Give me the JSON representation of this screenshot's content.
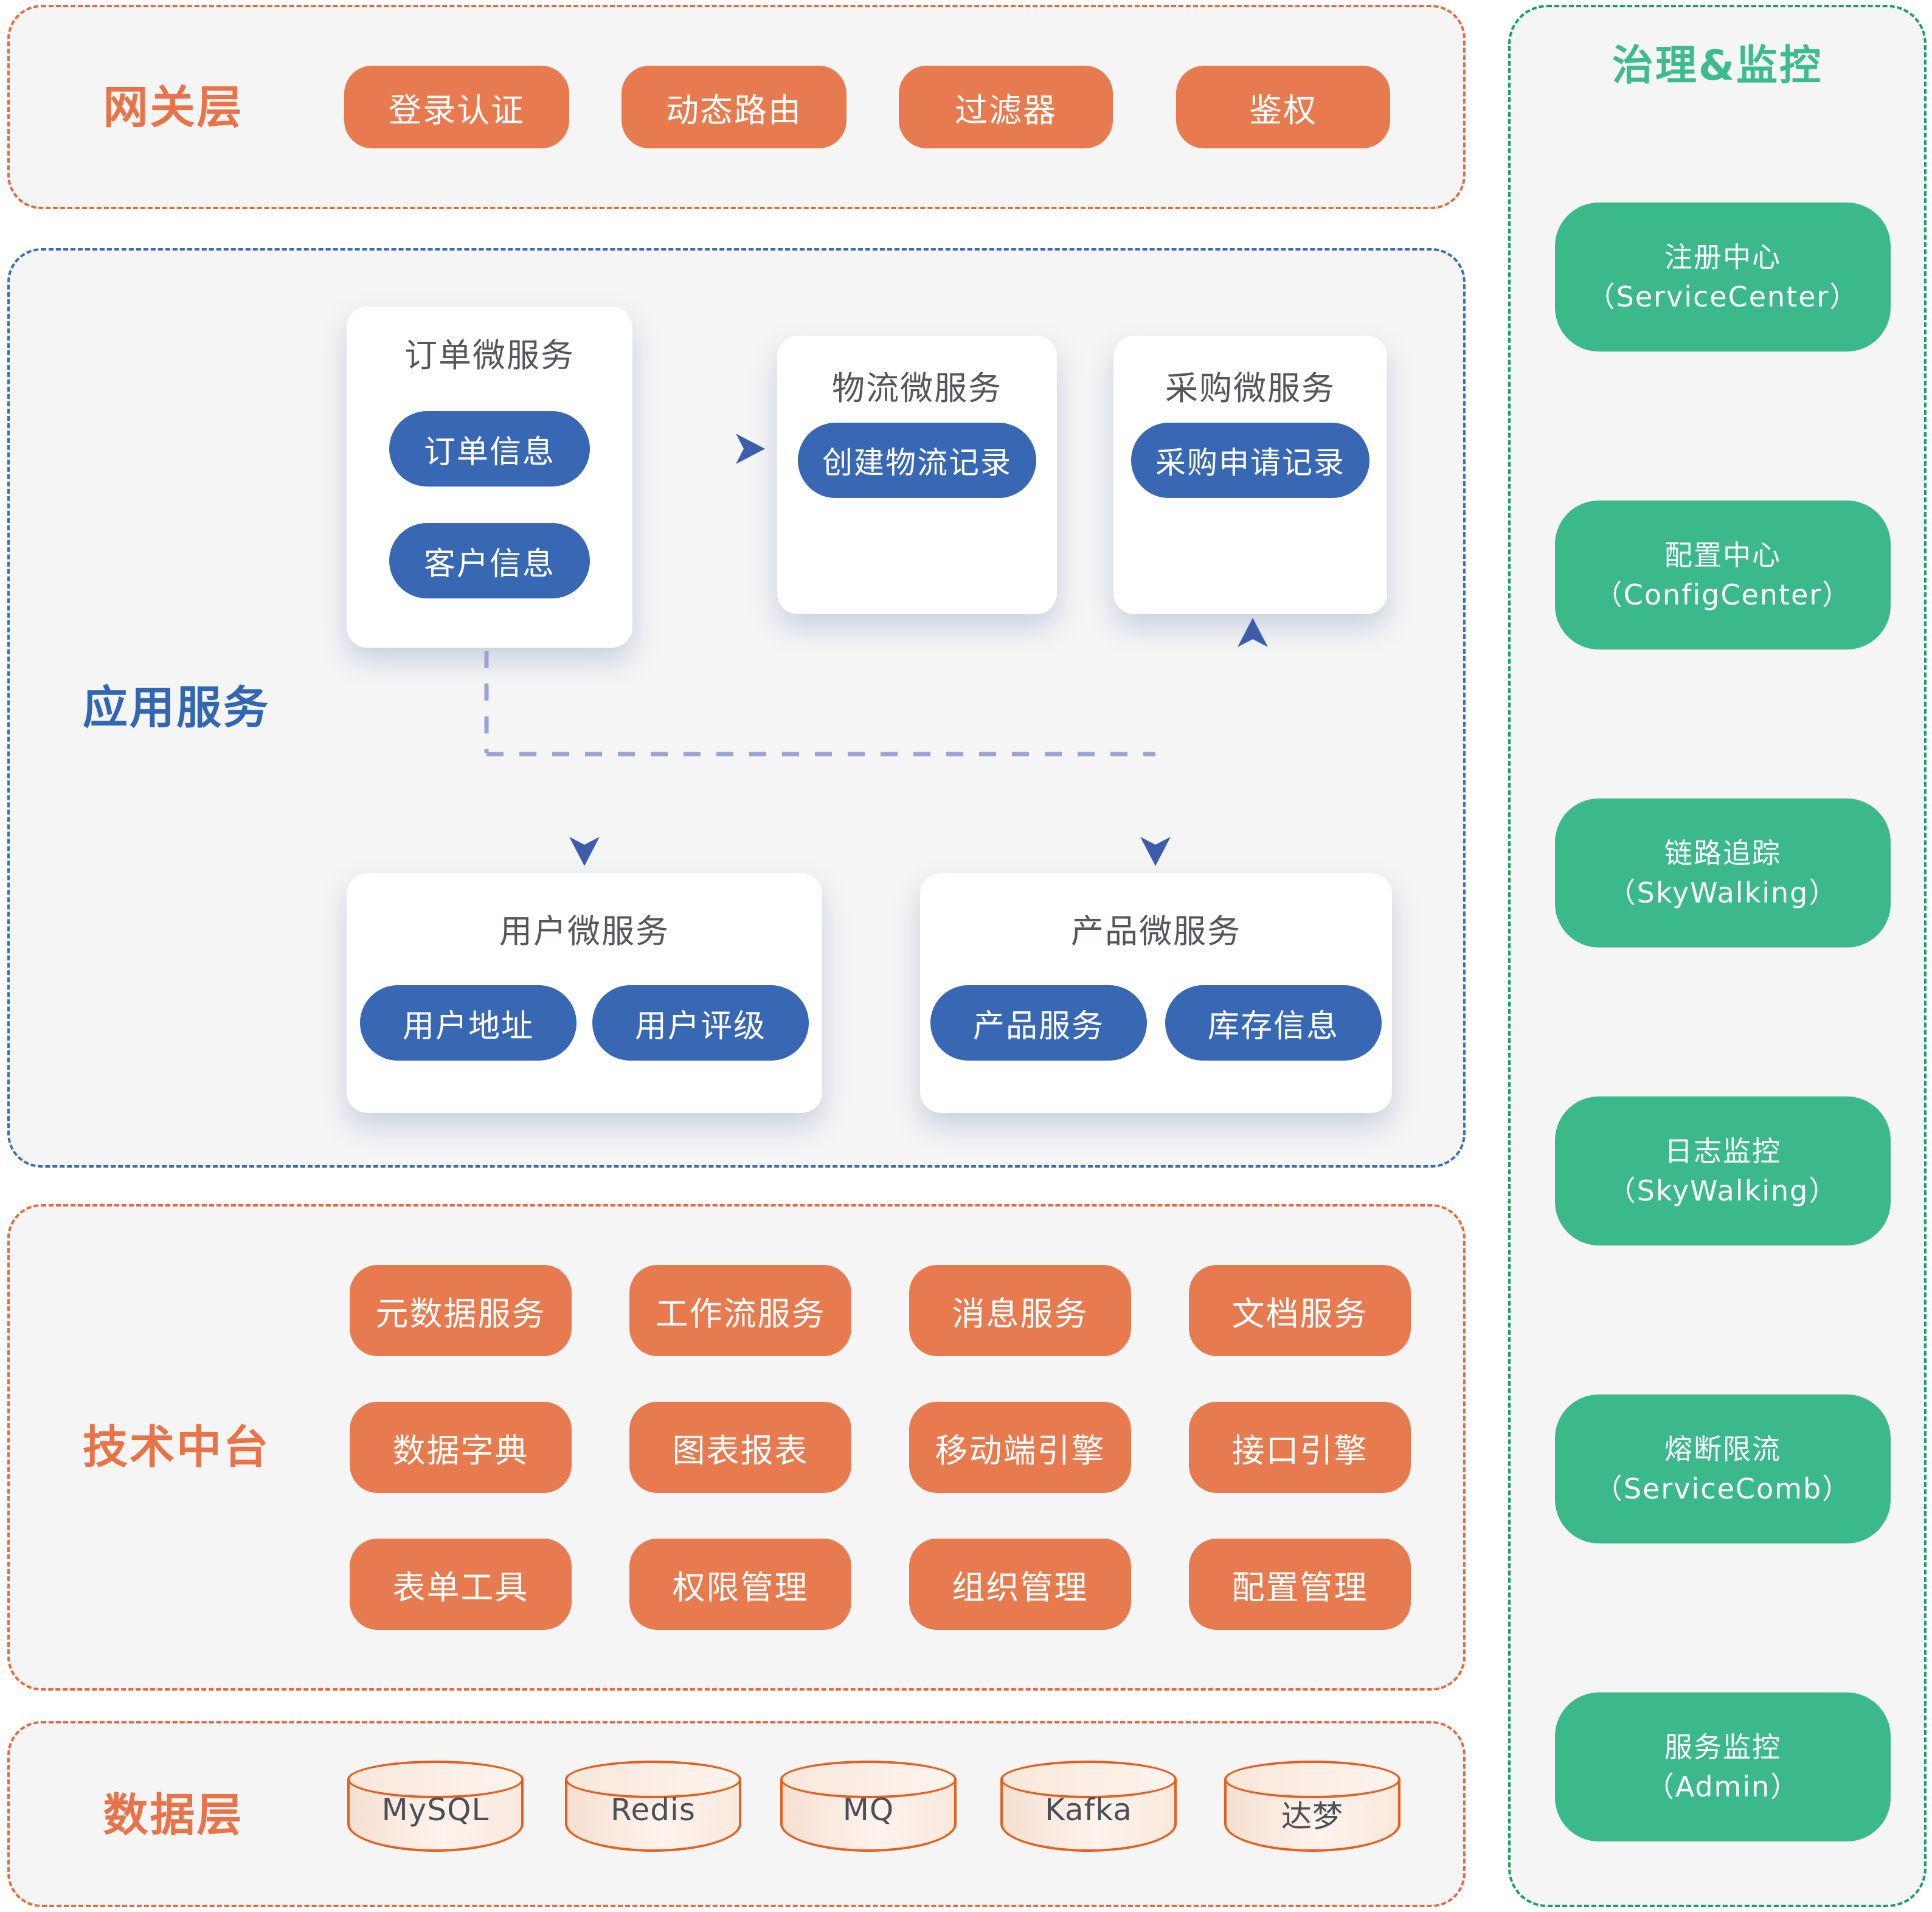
{
  "colors": {
    "orange_accent": "#E87A4F",
    "orange_border": "#E8693E",
    "blue_pill": "#3867B4",
    "blue_border": "#3A6CB8",
    "blue_label": "#3166B0",
    "green_box": "#3CB98B",
    "green_border": "#12A066",
    "panel_bg": "#F4F5F4",
    "cylinder_stroke": "#E5601F"
  },
  "gateway": {
    "label": "网关层",
    "items": [
      "登录认证",
      "动态路由",
      "过滤器",
      "鉴权"
    ]
  },
  "app": {
    "label": "应用服务",
    "cards": {
      "order": {
        "title": "订单微服务",
        "pills": [
          "订单信息",
          "客户信息"
        ]
      },
      "logistics": {
        "title": "物流微服务",
        "pills": [
          "创建物流记录"
        ]
      },
      "procurement": {
        "title": "采购微服务",
        "pills": [
          "采购申请记录"
        ]
      },
      "user": {
        "title": "用户微服务",
        "pills": [
          "用户地址",
          "用户评级"
        ]
      },
      "product": {
        "title": "产品微服务",
        "pills": [
          "产品服务",
          "库存信息"
        ]
      }
    }
  },
  "tech": {
    "label": "技术中台",
    "items": [
      "元数据服务",
      "工作流服务",
      "消息服务",
      "文档服务",
      "数据字典",
      "图表报表",
      "移动端引擎",
      "接口引擎",
      "表单工具",
      "权限管理",
      "组织管理",
      "配置管理"
    ]
  },
  "data_layer": {
    "label": "数据层",
    "cylinders": [
      "MySQL",
      "Redis",
      "MQ",
      "Kafka",
      "达梦"
    ]
  },
  "governance": {
    "title": "治理&监控",
    "boxes": [
      {
        "line1": "注册中心",
        "line2": "（ServiceCenter）"
      },
      {
        "line1": "配置中心",
        "line2": "（ConfigCenter）"
      },
      {
        "line1": "链路追踪",
        "line2": "（SkyWalking）"
      },
      {
        "line1": "日志监控",
        "line2": "（SkyWalking）"
      },
      {
        "line1": "熔断限流",
        "line2": "（ServiceComb）"
      },
      {
        "line1": "服务监控",
        "line2": "（Admin）"
      }
    ]
  }
}
